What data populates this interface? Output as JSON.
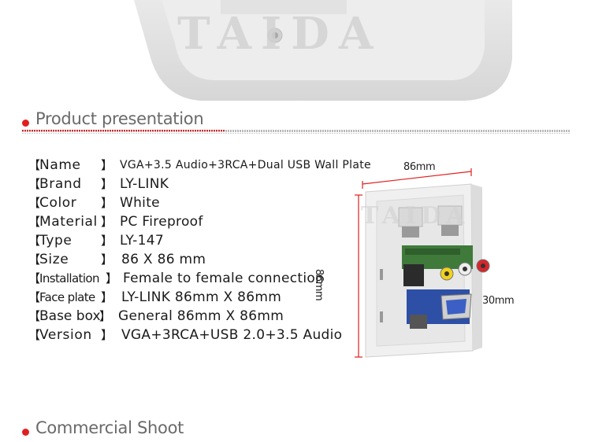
{
  "top_photo": {
    "watermark": "TAIDA"
  },
  "sections": {
    "product_presentation": "Product presentation",
    "commercial_shoot": "Commercial Shoot"
  },
  "specs": [
    {
      "key": "Name",
      "value": "VGA+3.5 Audio+3RCA+Dual USB Wall Plate"
    },
    {
      "key": "Brand",
      "value": "LY-LINK"
    },
    {
      "key": "Color",
      "value": "White"
    },
    {
      "key": "Material",
      "value": "PC Fireproof"
    },
    {
      "key": "Type",
      "value": "LY-147"
    },
    {
      "key": "Size",
      "value": "86 X 86 mm"
    },
    {
      "key": "Installation",
      "value": "Female to female connection"
    },
    {
      "key": "Face plate",
      "value": "LY-LINK 86mm X 86mm"
    },
    {
      "key": "Base box",
      "value": "General 86mm X 86mm"
    },
    {
      "key": "Version",
      "value": "VGA+3RCA+USB 2.0+3.5 Audio"
    }
  ],
  "brackets": {
    "open": "【",
    "close": "】"
  },
  "dimensions": {
    "width": "86mm",
    "height": "86mm",
    "depth": "30mm"
  },
  "figure_watermark": "TAIDA",
  "colors": {
    "accent": "#e02020",
    "heading": "#6a6a6a",
    "text": "#1a1a1a"
  }
}
